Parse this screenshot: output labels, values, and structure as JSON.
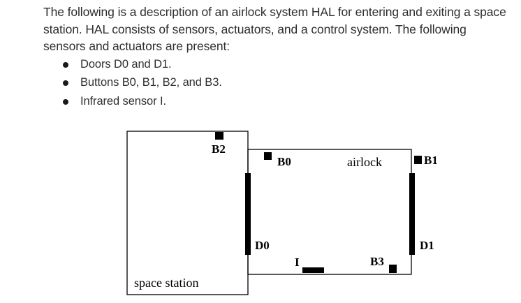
{
  "intro": {
    "paragraph": "The following is a description of an airlock system HAL for entering and exiting a space station. HAL consists of sensors, actuators, and a control system. The following sensors and actuators are present:",
    "bullets": [
      "Doors D0 and D1.",
      "Buttons B0, B1, B2, and B3.",
      "Infrared sensor I."
    ]
  },
  "diagram": {
    "space_station_label": "space station",
    "airlock_label": "airlock",
    "labels": {
      "B2": "B2",
      "B0": "B0",
      "B1": "B1",
      "B3": "B3",
      "D0": "D0",
      "D1": "D1",
      "I": "I"
    }
  }
}
